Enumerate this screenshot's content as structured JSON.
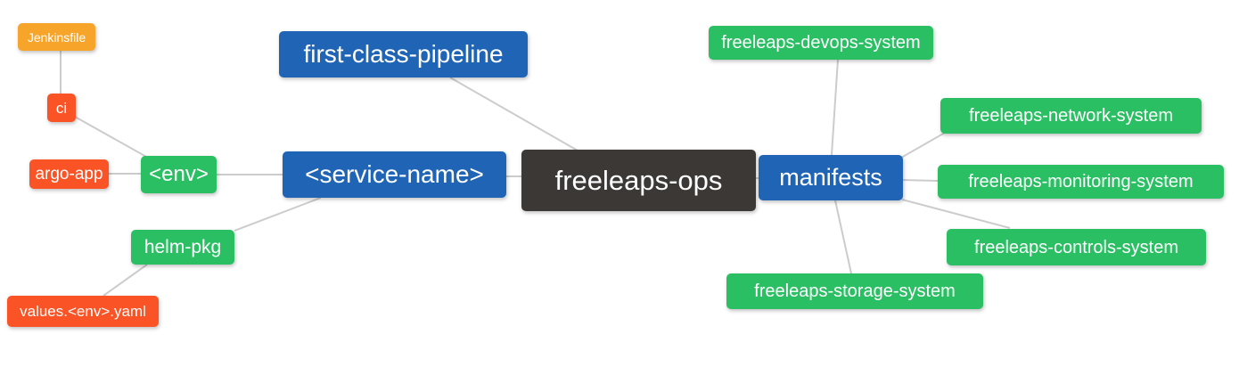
{
  "diagram": {
    "type": "mindmap",
    "root": "freeleaps-ops",
    "palette": {
      "root_dark": "#3c3836",
      "branch_blue": "#2065b5",
      "leaf_green": "#2bbf64",
      "leaf_red": "#fa5426",
      "leaf_orange": "#f7a52a",
      "edge_gray": "#cccccc",
      "text": "#ffffff",
      "background": "#ffffff"
    },
    "nodes": {
      "freeleaps_ops": {
        "label": "freeleaps-ops",
        "color": "#3c3836"
      },
      "first_class_pipeline": {
        "label": "first-class-pipeline",
        "color": "#2065b5"
      },
      "service_name": {
        "label": "<service-name>",
        "color": "#2065b5"
      },
      "manifests": {
        "label": "manifests",
        "color": "#2065b5"
      },
      "env": {
        "label": "<env>",
        "color": "#2bbf64"
      },
      "helm_pkg": {
        "label": "helm-pkg",
        "color": "#2bbf64"
      },
      "ci": {
        "label": "ci",
        "color": "#fa5426"
      },
      "argo_app": {
        "label": "argo-app",
        "color": "#fa5426"
      },
      "values_env_yaml": {
        "label": "values.<env>.yaml",
        "color": "#fa5426"
      },
      "jenkinsfile": {
        "label": "Jenkinsfile",
        "color": "#f7a52a"
      },
      "freeleaps_devops_system": {
        "label": "freeleaps-devops-system",
        "color": "#2bbf64"
      },
      "freeleaps_network_system": {
        "label": "freeleaps-network-system",
        "color": "#2bbf64"
      },
      "freeleaps_monitoring_system": {
        "label": "freeleaps-monitoring-system",
        "color": "#2bbf64"
      },
      "freeleaps_controls_system": {
        "label": "freeleaps-controls-system",
        "color": "#2bbf64"
      },
      "freeleaps_storage_system": {
        "label": "freeleaps-storage-system",
        "color": "#2bbf64"
      }
    },
    "edges": [
      [
        "jenkinsfile",
        "ci"
      ],
      [
        "ci",
        "env"
      ],
      [
        "argo_app",
        "env"
      ],
      [
        "env",
        "service_name"
      ],
      [
        "helm_pkg",
        "service_name"
      ],
      [
        "values_env_yaml",
        "helm_pkg"
      ],
      [
        "first_class_pipeline",
        "freeleaps_ops"
      ],
      [
        "service_name",
        "freeleaps_ops"
      ],
      [
        "freeleaps_ops",
        "manifests"
      ],
      [
        "manifests",
        "freeleaps_devops_system"
      ],
      [
        "manifests",
        "freeleaps_network_system"
      ],
      [
        "manifests",
        "freeleaps_monitoring_system"
      ],
      [
        "manifests",
        "freeleaps_controls_system"
      ],
      [
        "manifests",
        "freeleaps_storage_system"
      ]
    ]
  }
}
